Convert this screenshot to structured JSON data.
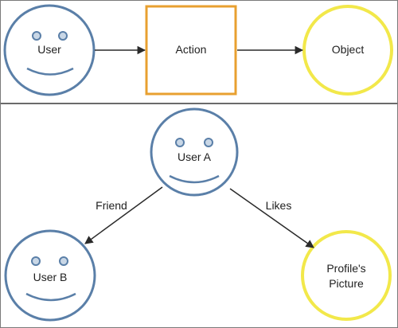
{
  "colors": {
    "user_stroke": "#5a7fa8",
    "eye_fill": "#c9d7e6",
    "action_stroke": "#e8a030",
    "object_stroke": "#f2e84a",
    "arrow": "#2a2a2a",
    "divider": "#3a3a3a"
  },
  "top_row": {
    "user": {
      "label": "User",
      "icon": "smiley-face-icon"
    },
    "action": {
      "label": "Action"
    },
    "object": {
      "label": "Object"
    }
  },
  "bottom_graph": {
    "user_a": {
      "label": "User A",
      "icon": "smiley-face-icon"
    },
    "user_b": {
      "label": "User B",
      "icon": "smiley-face-icon"
    },
    "object": {
      "label_line1": "Profile's",
      "label_line2": "Picture"
    },
    "edges": {
      "friend": "Friend",
      "likes": "Likes"
    }
  }
}
